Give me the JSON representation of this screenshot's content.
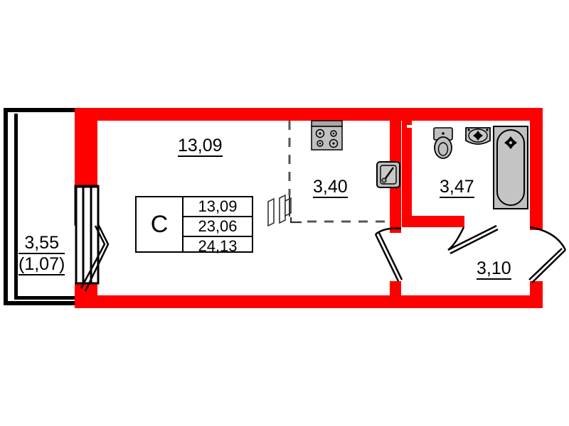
{
  "plan": {
    "title": "Studio apartment floor plan",
    "unit_type": "C",
    "colors": {
      "wall": "#FF0000",
      "fixture_fill": "#BFBFBF",
      "line": "#000000",
      "background": "#FFFFFF"
    },
    "summary": {
      "type_label": "C",
      "rows": [
        "13,09",
        "23,06",
        "24,13"
      ]
    },
    "rooms": [
      {
        "name": "living-room",
        "area": "13,09"
      },
      {
        "name": "kitchen-zone",
        "area": "3,40"
      },
      {
        "name": "bathroom",
        "area": "3,47"
      },
      {
        "name": "hallway",
        "area": "3,10"
      }
    ],
    "balcony": {
      "area": "3,55",
      "reduced_area": "(1,07)"
    },
    "fixtures": [
      {
        "name": "stove",
        "label": "stove-icon"
      },
      {
        "name": "kitchen-sink",
        "label": "kitchen-sink-icon"
      },
      {
        "name": "toilet",
        "label": "toilet-icon"
      },
      {
        "name": "washbasin",
        "label": "washbasin-icon"
      },
      {
        "name": "bathtub",
        "label": "bathtub-icon"
      }
    ]
  }
}
